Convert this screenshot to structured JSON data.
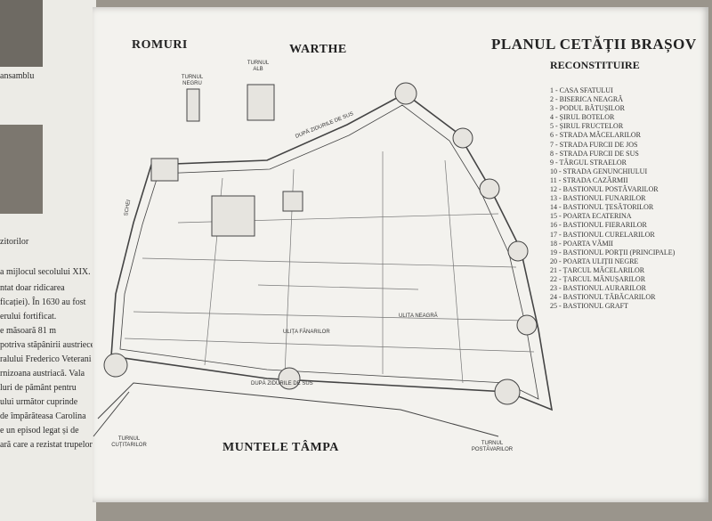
{
  "map": {
    "title": "PLANUL CETĂȚII BRAȘOV",
    "subtitle": "RECONSTITUIRE",
    "regions": {
      "north_left": "ROMURI",
      "north_right": "WARTHE",
      "south": "MUNTELE TÂMPA"
    },
    "towers": {
      "negru": "TURNUL NEGRU",
      "alb": "TURNUL ALB",
      "cutitarilor": "TURNUL CUȚITARILOR",
      "postavarilor": "TURNUL POSTĂVARILOR"
    },
    "walls": {
      "north": "DUPĂ ZIDURILE DE SUS",
      "south": "DUPĂ ZIDURILE DE SUS"
    },
    "streets": {
      "ulita_fanarilor": "ULIȚA FĂNARILOR",
      "ulita_neagra": "ULIȚA NEAGRĂ",
      "schei": "SCHEI"
    },
    "legend": [
      "1 - CASA SFATULUI",
      "2 - BISERICA NEAGRĂ",
      "3 - PODUL BĂTUȘILOR",
      "4 - ȘIRUL BOTELOR",
      "5 - ȘIRUL FRUCTELOR",
      "6 - STRADA MĂCELARILOR",
      "7 - STRADA FURCII DE JOS",
      "8 - STRADA FURCII DE SUS",
      "9 - TÂRGUL STRAELOR",
      "10 - STRADA GENUNCHIULUI",
      "11 - STRADA CAZĂRMII",
      "12 - BASTIONUL POSTĂVARILOR",
      "13 - BASTIONUL FUNARILOR",
      "14 - BASTIONUL ȚESĂTORILOR",
      "15 - POARTA ECATERINA",
      "16 - BASTIONUL FIERARILOR",
      "17 - BASTIONUL CURELARILOR",
      "18 - POARTA VĂMII",
      "19 - BASTIONUL PORȚII (PRINCIPALE)",
      "20 - POARTA ULIȚII NEGRE",
      "21 - ȚARCUL MĂCELARILOR",
      "22 - ȚARCUL MĂNUȘARILOR",
      "23 - BASTIONUL AURARILOR",
      "24 - BASTIONUL TĂBĂCARILOR",
      "25 - BASTIONUL GRAFT"
    ]
  },
  "left_page": {
    "lines": [
      "ansamblu",
      "a mijlocul secolului XIX. Pe",
      "ntat doar ridicarea",
      "ficației). În 1630 au fost",
      "erului fortificat.",
      "e măsoară 81 m",
      "potriva stăpânirii austriece",
      "ralului Frederico Veterani",
      "rnizoana austriacă. Vala",
      "luri de pământ pentru",
      "ului următor cuprinde",
      "de împărăteasa Carolina",
      "e un episod legat și de",
      "ară care a rezistat trupelor"
    ],
    "caption": "zitorilor"
  }
}
